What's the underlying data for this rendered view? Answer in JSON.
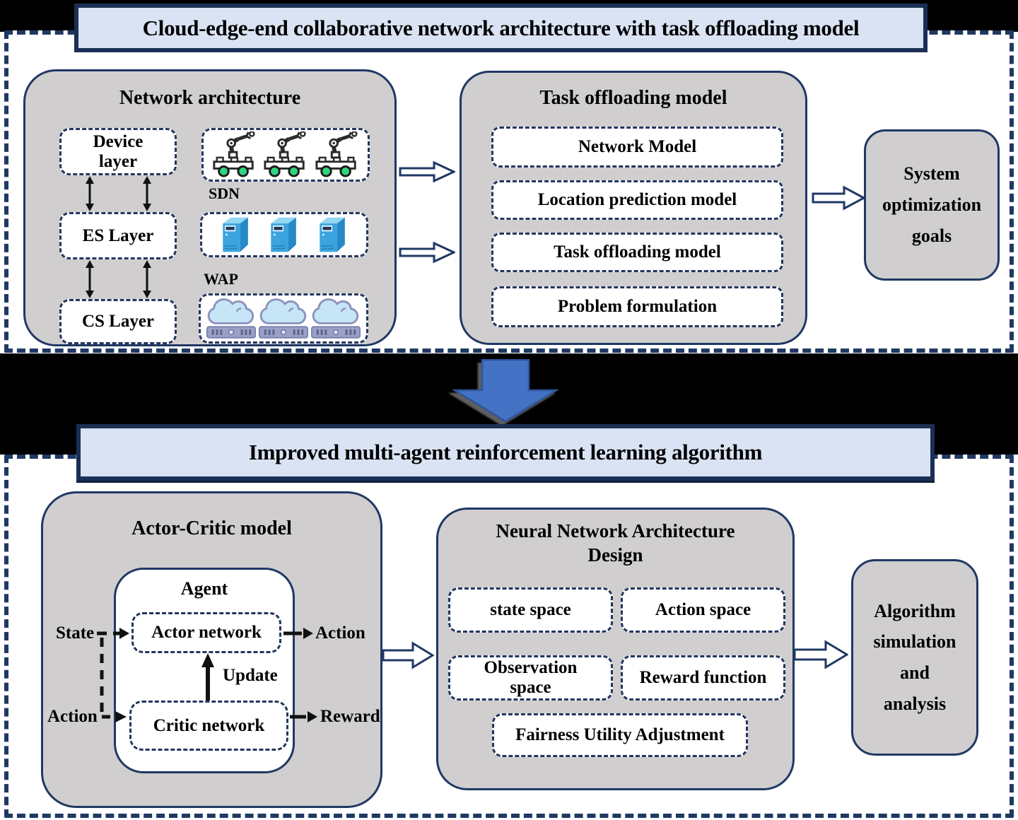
{
  "colors": {
    "navy_border": "#1f3864",
    "panel_gray": "#d0cece",
    "banner_blue": "#dae3f3",
    "down_arrow_blue": "#4472c4",
    "down_arrow_edge": "#2f5597",
    "background_black": "#000000",
    "wheel_green": "#2ed47e",
    "server_blue": "#3ba4de",
    "cloud_blue": "#c6e6f8",
    "rack_purple": "#9aa0c8"
  },
  "top_section": {
    "banner": "Cloud-edge-end collaborative network architecture  with task offloading model",
    "network_architecture": {
      "title": "Network architecture",
      "device_layer": "Device\nlayer",
      "es_layer": "ES Layer",
      "cs_layer": "CS Layer",
      "sdn_label": "SDN",
      "wap_label": "WAP",
      "device_icons": "robot-cart",
      "es_icons": "edge-server-tower",
      "cs_icons": "cloud-over-server"
    },
    "task_offloading_model": {
      "title": "Task offloading model",
      "items": [
        "Network Model",
        "Location prediction model",
        "Task offloading model",
        "Problem formulation"
      ]
    },
    "system_optimization_goals": "System\noptimization\ngoals"
  },
  "bottom_section": {
    "banner": "Improved multi-agent reinforcement learning algorithm",
    "actor_critic_model": {
      "title": "Actor-Critic model",
      "agent": "Agent",
      "actor_network": "Actor network",
      "critic_network": "Critic network",
      "update": "Update",
      "state_in": "State",
      "action_in": "Action",
      "action_out": "Action",
      "reward_out": "Reward"
    },
    "neural_network_design": {
      "title": "Neural Network Architecture\nDesign",
      "items": [
        "state space",
        "Action space",
        "Observation\nspace",
        "Reward function",
        "Fairness Utility Adjustment"
      ]
    },
    "algorithm_simulation": "Algorithm\nsimulation\nand\nanalysis"
  }
}
